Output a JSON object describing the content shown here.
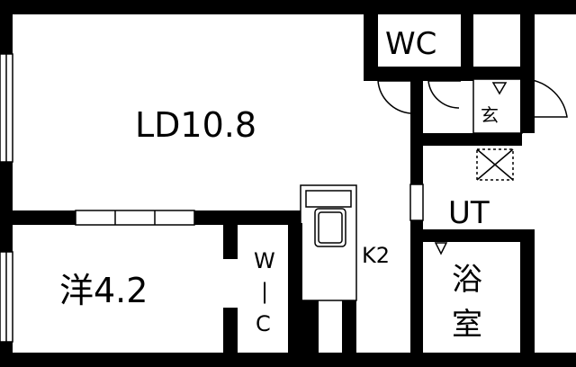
{
  "rooms": {
    "living_dining": {
      "label": "LD10.8"
    },
    "western_room": {
      "label": "洋4.2"
    },
    "toilet": {
      "label": "WC"
    },
    "entrance": {
      "label": "玄"
    },
    "utility": {
      "label": "UT"
    },
    "kitchen": {
      "label": "K2"
    },
    "bath": {
      "label": "浴室",
      "chars": [
        "浴",
        "室"
      ]
    },
    "closet": {
      "label": "W|C",
      "chars": [
        "W",
        "|",
        "C"
      ]
    }
  },
  "colors": {
    "wall": "#000000",
    "background": "#ffffff"
  }
}
